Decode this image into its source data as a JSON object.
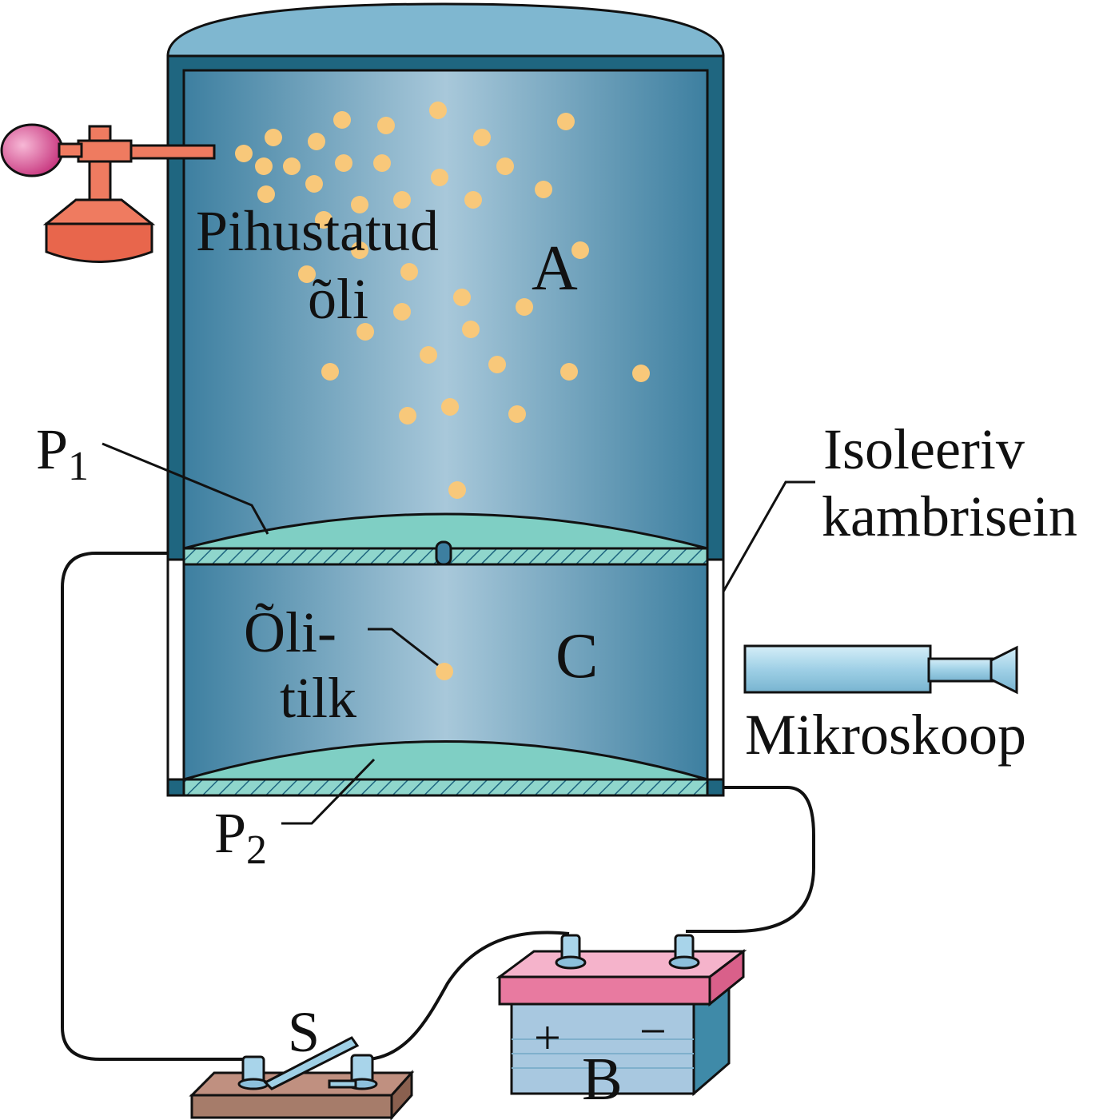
{
  "labels": {
    "sprayed_oil_line1": "Pihustatud",
    "sprayed_oil_line2": "õli",
    "chamber_a": "A",
    "chamber_c": "C",
    "plate_p1_letter": "P",
    "plate_p1_sub": "1",
    "plate_p2_letter": "P",
    "plate_p2_sub": "2",
    "insulating_wall_line1": "Isoleeriv",
    "insulating_wall_line2": "kambrisein",
    "oil_drop_line1": "Õli-",
    "oil_drop_line2": "tilk",
    "microscope": "Mikroskoop",
    "switch": "S",
    "battery": "B",
    "battery_plus": "+",
    "battery_minus": "−"
  },
  "colors": {
    "chamber_wall": "#1f6680",
    "chamber_dark": "#3d7fa0",
    "chamber_light": "#a8c8da",
    "dome": "#7fb7d0",
    "plate_fill": "#7fcfc4",
    "droplet": "#f8c87a",
    "atomizer_bulb": "#d94a8c",
    "atomizer_body": "#ef7b60",
    "battery_top": "#e87aa0",
    "battery_body": "#a8c8e0",
    "switch_base": "#a67c6a",
    "microscope": "#9fd0e6",
    "wire": "#111111"
  }
}
